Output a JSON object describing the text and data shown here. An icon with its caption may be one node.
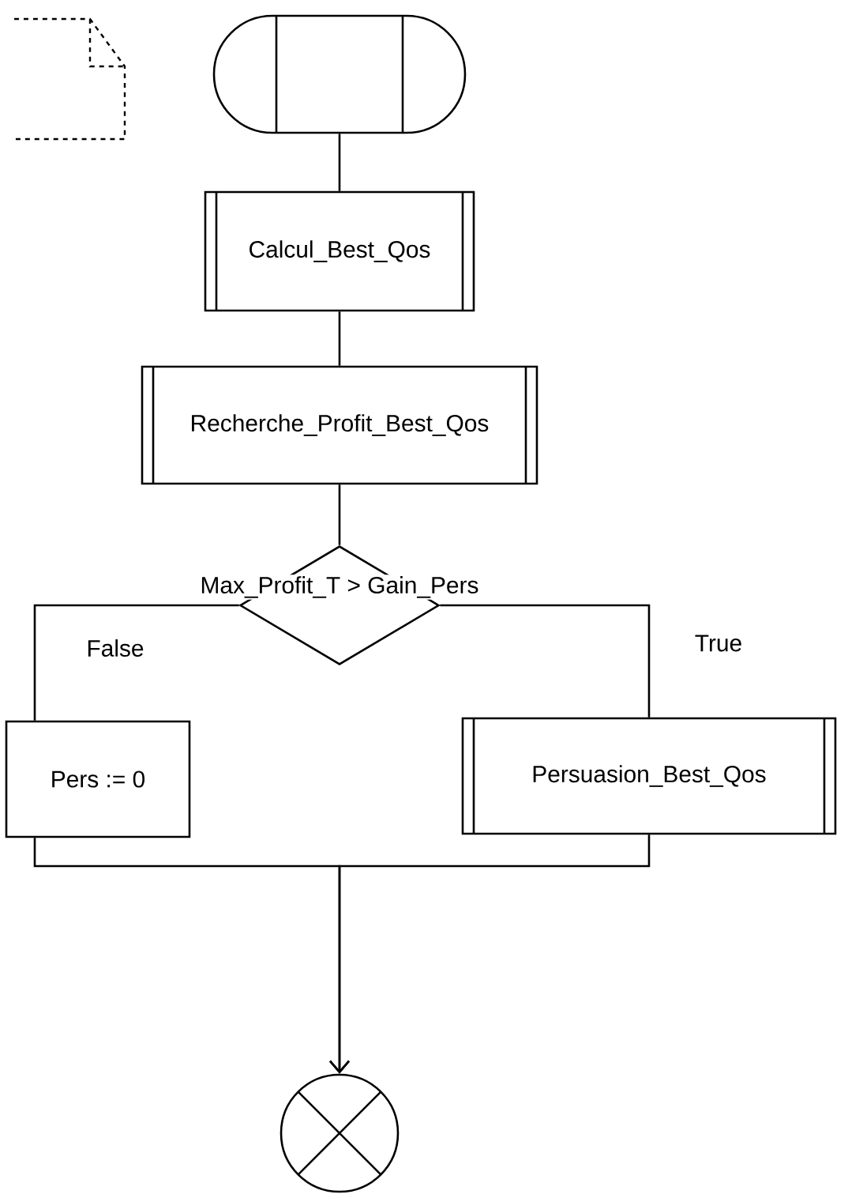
{
  "diagram": {
    "nodes": [
      {
        "text": [],
        "shape": "document"
      },
      {
        "text": [],
        "shape": "terminator"
      },
      {
        "text": [
          "Calcul_Best_Qos"
        ]
      },
      {
        "text": [
          "Recherche_Profit_Best_Qos"
        ]
      },
      {
        "text": [
          "Max_Profit_T > Gain_Pers"
        ]
      },
      {
        "text": [
          "Pers := 0"
        ]
      },
      {
        "text": [
          "Persuasion_Best_Qos"
        ]
      },
      {
        "text": [],
        "shape": "circle"
      }
    ],
    "edges": [
      {
        "from": 1,
        "to": 2,
        "arrow": "none"
      },
      {
        "from": 2,
        "to": 3,
        "arrow": "none"
      },
      {
        "from": 3,
        "to": 4,
        "arrow": "none"
      },
      {
        "from": 4,
        "to": 5,
        "arrow": "none",
        "label": "False"
      },
      {
        "from": 4,
        "to": 6,
        "arrow": "none",
        "label": "True"
      },
      {
        "from": 5,
        "to": 7,
        "arrow": "to"
      },
      {
        "from": 6,
        "to": 7,
        "arrow": "to"
      }
    ]
  }
}
